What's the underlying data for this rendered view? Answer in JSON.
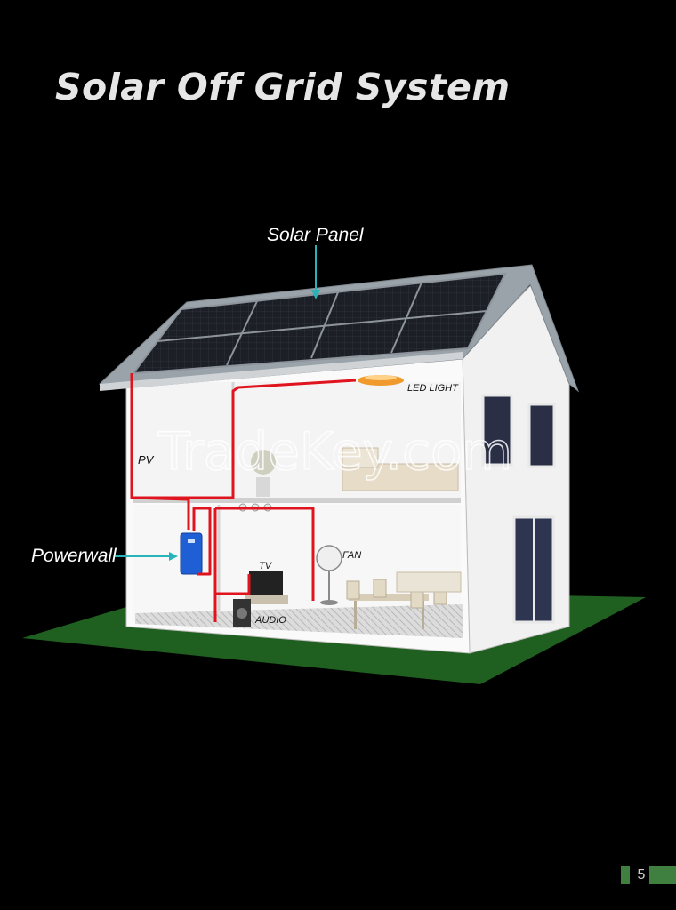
{
  "title": "Solar Off Grid System",
  "labels": {
    "solar_panel": "Solar Panel",
    "led_light": "LED LIGHT",
    "pv": "PV",
    "powerwall": "Powerwall",
    "tv": "TV",
    "fan": "FAN",
    "audio": "AUDIO"
  },
  "watermark": "TradeKey.com",
  "page_number": "5",
  "colors": {
    "background": "#000000",
    "lawn": "#1f5f1f",
    "wire": "#e0141e",
    "pointer": "#27b3b8",
    "inverter": "#1f5fd6",
    "page_accent": "#3f7f3f"
  }
}
